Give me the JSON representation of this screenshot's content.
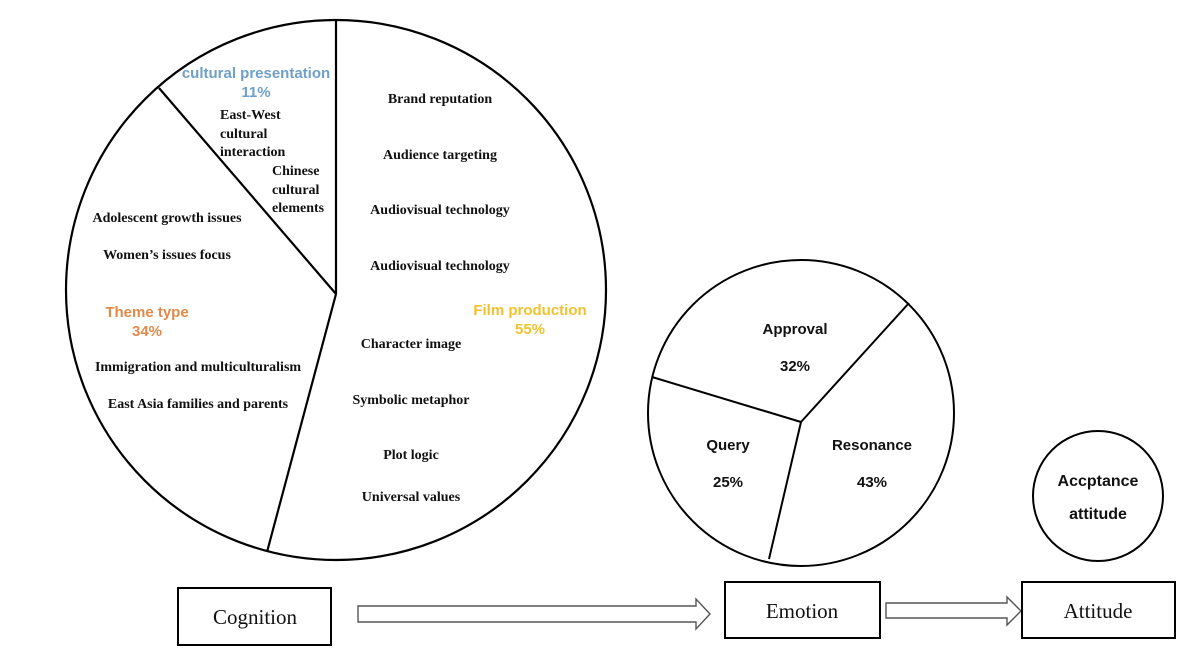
{
  "colors": {
    "cultural": "#6fa0c8",
    "theme": "#e08a4a",
    "film": "#f2c12e",
    "stroke": "#000000"
  },
  "cognition_pie": {
    "segments": [
      {
        "title": "cultural presentation",
        "percent_label": "11%",
        "value": 11,
        "color_key": "cultural",
        "items": [
          "East-West",
          "cultural",
          "interaction",
          "Chinese",
          "cultural",
          "elements"
        ]
      },
      {
        "title": "Theme type",
        "percent_label": "34%",
        "value": 34,
        "color_key": "theme",
        "items": [
          "Adolescent growth issues",
          "Women’s issues focus",
          "Immigration and multiculturalism",
          "East Asia families and parents"
        ]
      },
      {
        "title": "Film production",
        "percent_label": "55%",
        "value": 55,
        "color_key": "film",
        "items": [
          "Brand reputation",
          "Audience targeting",
          "Audiovisual technology",
          "Audiovisual technology",
          "Character image",
          "Symbolic metaphor",
          "Plot logic",
          "Universal values"
        ]
      }
    ]
  },
  "emotion_pie": {
    "segments": [
      {
        "label": "Approval",
        "percent_label": "32%",
        "value": 32
      },
      {
        "label": "Query",
        "percent_label": "25%",
        "value": 25
      },
      {
        "label": "Resonance",
        "percent_label": "43%",
        "value": 43
      }
    ]
  },
  "attitude_circle": {
    "line1": "Accptance",
    "line2": "attitude"
  },
  "flow": {
    "stages": [
      "Cognition",
      "Emotion",
      "Attitude"
    ]
  }
}
